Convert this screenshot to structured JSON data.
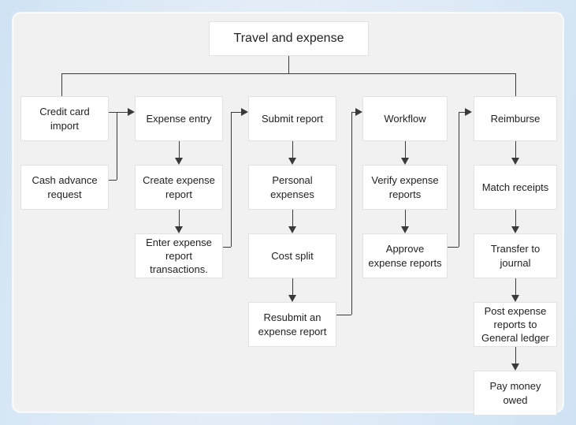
{
  "diagram": {
    "type": "flowchart",
    "title": "Travel and expense",
    "background_color": "#dbe9f6",
    "panel_color": "#f1f1f1",
    "node_fill": "#ffffff",
    "node_border": "#e2e2e2",
    "connector_color": "#3a3a3a",
    "root": {
      "label": "Travel and expense"
    },
    "columns": [
      {
        "name": "credit-card-import",
        "nodes": [
          {
            "label": "Credit card\nimport"
          },
          {
            "label": "Cash advance\nrequest"
          }
        ]
      },
      {
        "name": "expense-entry",
        "nodes": [
          {
            "label": "Expense entry"
          },
          {
            "label": "Create expense\nreport"
          },
          {
            "label": "Enter expense\nreport\ntransactions."
          }
        ]
      },
      {
        "name": "submit-report",
        "nodes": [
          {
            "label": "Submit report"
          },
          {
            "label": "Personal\nexpenses"
          },
          {
            "label": "Cost split"
          },
          {
            "label": "Resubmit an\nexpense report"
          }
        ]
      },
      {
        "name": "workflow",
        "nodes": [
          {
            "label": "Workflow"
          },
          {
            "label": "Verify expense\nreports"
          },
          {
            "label": "Approve\nexpense reports"
          }
        ]
      },
      {
        "name": "reimburse",
        "nodes": [
          {
            "label": "Reimburse"
          },
          {
            "label": "Match receipts"
          },
          {
            "label": "Transfer to\njournal"
          },
          {
            "label": "Post expense\nreports to\nGeneral ledger"
          },
          {
            "label": "Pay money\nowed"
          }
        ]
      }
    ]
  }
}
